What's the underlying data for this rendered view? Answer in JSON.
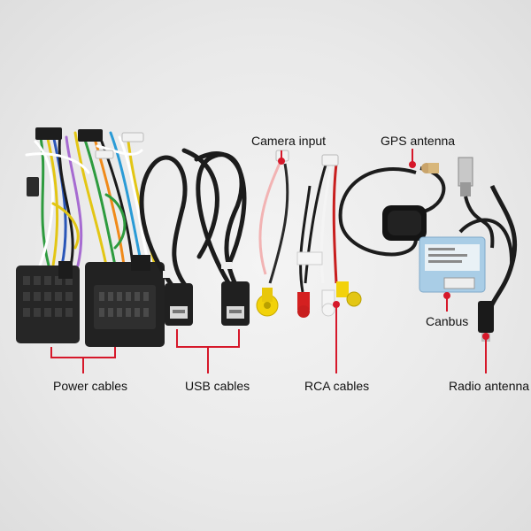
{
  "labels": {
    "camera_input": "Camera input",
    "gps_antenna": "GPS antenna",
    "canbus": "Canbus",
    "power_cables": "Power cables",
    "usb_cables": "USB cables",
    "rca_cables": "RCA cables",
    "radio_antenna": "Radio antenna"
  },
  "colors": {
    "background": "#ececec",
    "callout_red": "#d6182a",
    "cable_black": "#1c1c1c",
    "canbus_blue": "#a9cde6",
    "rca_yellow": "#f2d20a",
    "rca_red": "#c81e1e",
    "rca_white": "#f4f4f4"
  }
}
